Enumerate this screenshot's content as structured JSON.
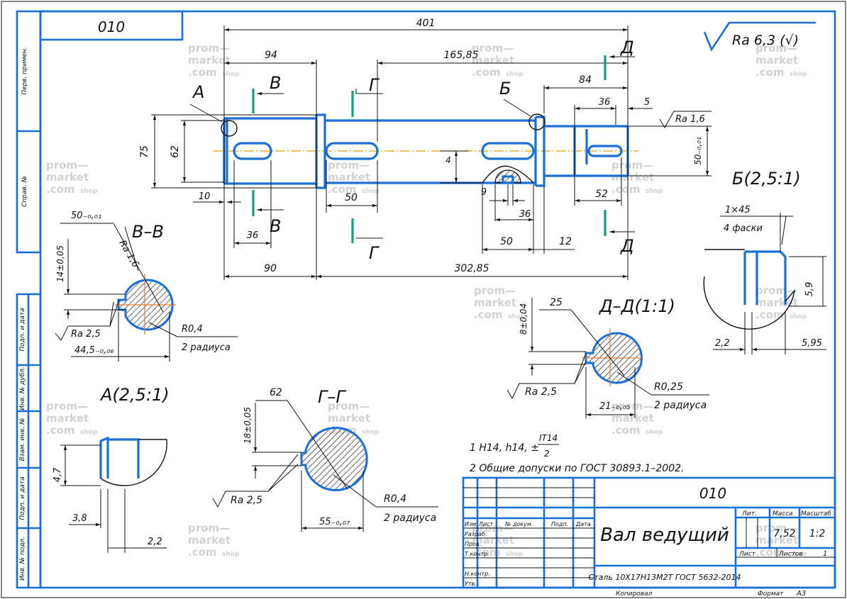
{
  "drawing": {
    "code_box": "010",
    "roughness_general": "Ra 6,3 (√)",
    "side_labels": [
      "Перв. примен.",
      "Справ. №",
      "Подп. и дата",
      "Инв. № дубл.",
      "Взам. инв. №",
      "Подп. и дата",
      "Инв. № подл."
    ],
    "main_view": {
      "dims": {
        "overall": "401",
        "d94": "94",
        "d165": "165,85",
        "d84": "84",
        "d36t": "36",
        "d5": "5",
        "d75": "75",
        "d62": "62",
        "d4": "4",
        "d9": "9",
        "d36m": "36",
        "d50h": "50",
        "d12": "12",
        "d50b": "50",
        "d10": "10",
        "d36l": "36",
        "d90": "90",
        "d302": "302,85",
        "d52": "52",
        "d50r": "50₋₀,₀₁",
        "ra_right": "Ra 1,6"
      },
      "labels": {
        "A": "А",
        "B": "Б",
        "V1": "В",
        "V2": "В",
        "G1": "Г",
        "G2": "Г",
        "D1": "Д",
        "D2": "Д"
      }
    },
    "section_vv": {
      "title": "В–В",
      "d50": "50₋₀,₀₁",
      "ra16": "Ra 1,6",
      "d14": "14±0,05",
      "ra25": "Ra 2,5",
      "r": "R0,4",
      "r2": "2 радиуса",
      "d44": "44,5₋₀,₀₆"
    },
    "section_gg": {
      "title": "Г–Г",
      "d62": "62",
      "d18": "18±0,05",
      "ra25": "Ra 2,5",
      "r": "R0,4",
      "r2": "2 радиуса",
      "d55": "55₋₀,₀₇"
    },
    "section_dd": {
      "title": "Д–Д(1:1)",
      "d25": "25",
      "d8": "8±0,04",
      "ra25": "Ra 2,5",
      "r": "R0,25",
      "r2": "2 радиуса",
      "d21": "21₋₀,₀₅"
    },
    "detail_a": {
      "title": "А(2,5:1)",
      "d47": "4,7",
      "d38": "3,8",
      "d22": "2,2"
    },
    "detail_b": {
      "title": "Б(2,5:1)",
      "d145": "1×45",
      "fas": "4 фаски",
      "d59": "5,9",
      "d22": "2,2",
      "d595": "5,95"
    },
    "notes": {
      "n1": "1  H14, h14, ±",
      "n1_num": "IT14",
      "n1_den": "2",
      "n2": "2  Общие допуски по ГОСТ 30893.1–2002."
    },
    "title_block": {
      "code": "010",
      "name": "Вал ведущий",
      "material": "Сталь 10Х17Н13М2Т ГОСТ 5632-2014",
      "h_izm": "Изм",
      "h_list": "Лист",
      "h_doc": "№ докум.",
      "h_podp": "Подп.",
      "h_data": "Дата",
      "r_razrab": "Разраб.",
      "r_prov": "Пров.",
      "r_tkontr": "Т.контр.",
      "r_nkontr": "Н.контр.",
      "r_utv": "Утв.",
      "lit": "Лит.",
      "massa": "Масса",
      "masshtab": "Масштаб",
      "mass_val": "7,52",
      "scale_val": "1:2",
      "list": "Лист",
      "listov": "Листов",
      "listov_val": "1",
      "kopiroval": "Копировал",
      "format": "Формат",
      "format_val": "А3"
    },
    "watermark": {
      "l1": "prom—",
      "l2": "market",
      "l3": ".com",
      "l4": "shop"
    }
  }
}
